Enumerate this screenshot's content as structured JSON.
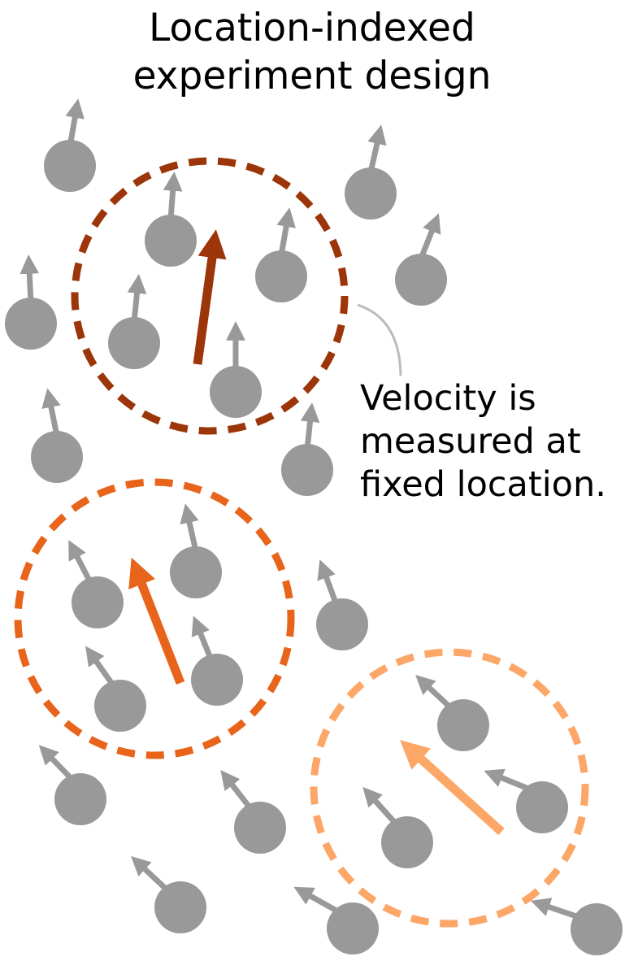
{
  "title": {
    "lines": [
      "Location-indexed",
      "experiment design"
    ]
  },
  "annotation": {
    "lines": [
      "Velocity is",
      "measured at",
      "fixed location."
    ]
  },
  "colors": {
    "particle": "#999999",
    "particle_arrow": "#999999",
    "leader_line": "#bbbbbb",
    "region_1": "#9c3509",
    "region_2": "#e8641b",
    "region_3": "#fca668",
    "text": "#000000"
  },
  "measurement_regions": [
    {
      "id": "region-1",
      "color_key": "region_1"
    },
    {
      "id": "region-2",
      "color_key": "region_2"
    },
    {
      "id": "region-3",
      "color_key": "region_3"
    }
  ]
}
